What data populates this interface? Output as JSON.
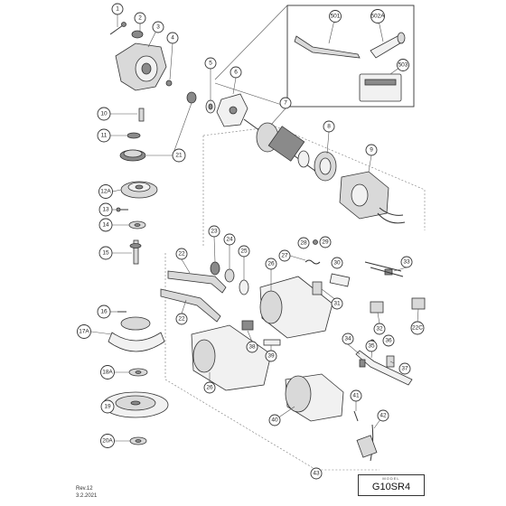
{
  "callouts": [
    "1",
    "2",
    "3",
    "4",
    "5",
    "6",
    "7",
    "8",
    "9",
    "10",
    "11",
    "21",
    "12A",
    "13",
    "14",
    "15",
    "16",
    "17A",
    "18A",
    "19",
    "20A",
    "22",
    "22",
    "23",
    "24",
    "25",
    "26",
    "26",
    "27",
    "28",
    "29",
    "30",
    "31",
    "32",
    "33",
    "22C",
    "34",
    "35",
    "36",
    "37",
    "38",
    "39",
    "40",
    "41",
    "42",
    "43",
    "501",
    "502A",
    "503"
  ],
  "model": {
    "caption": "MODEL",
    "name": "G10SR4"
  },
  "revision": {
    "line1": "Rev.12",
    "line2": "3.2.2021"
  }
}
